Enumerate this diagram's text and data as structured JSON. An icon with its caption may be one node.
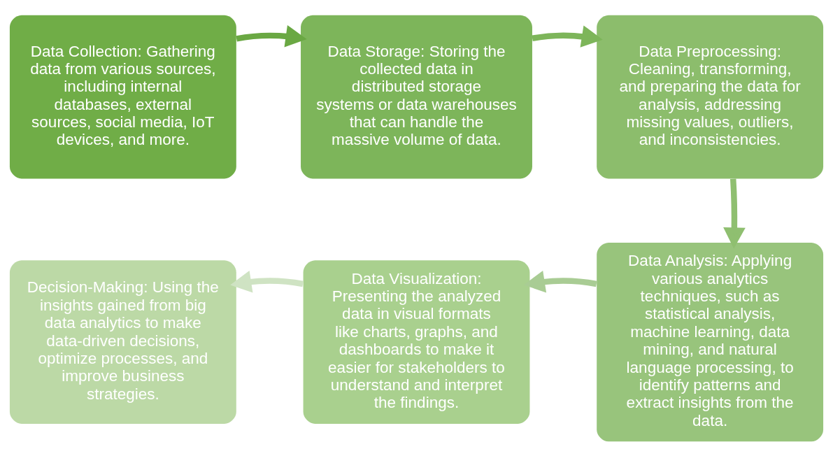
{
  "diagram": {
    "nodes": [
      {
        "text": [
          "Data Collection: Gathering data from various sources, including internal databases, external sources, social media, IoT devices, and more."
        ]
      },
      {
        "text": [
          "Data Storage: Storing the collected data in distributed storage systems or data warehouses that can handle the massive volume of data."
        ]
      },
      {
        "text": [
          "Data Preprocessing: Cleaning, transforming, and preparing the data for analysis, addressing missing values, outliers, and inconsistencies."
        ]
      },
      {
        "text": [
          "Data Analysis: Applying various analytics techniques, such as statistical analysis, machine learning, data mining, and natural language processing, to identify patterns and extract insights from the data."
        ]
      },
      {
        "text": [
          "Data Visualization: Presenting the analyzed data in visual formats like charts, graphs, and dashboards to make it easier for stakeholders to understand and interpret the findings."
        ]
      },
      {
        "text": [
          "Decision-Making: Using the insights gained from big data analytics to make data-driven decisions, optimize processes, and improve business strategies."
        ]
      }
    ],
    "edges": [
      {
        "from": 0,
        "to": 1,
        "arrow": "to",
        "color": "#6aa843"
      },
      {
        "from": 1,
        "to": 2,
        "arrow": "to",
        "color": "#7db55a"
      },
      {
        "from": 2,
        "to": 3,
        "arrow": "to",
        "color": "#8fbf70"
      },
      {
        "from": 3,
        "to": 4,
        "arrow": "to",
        "color": "#a9cc94"
      },
      {
        "from": 4,
        "to": 5,
        "arrow": "to",
        "color": "#cfe3c3"
      }
    ]
  }
}
